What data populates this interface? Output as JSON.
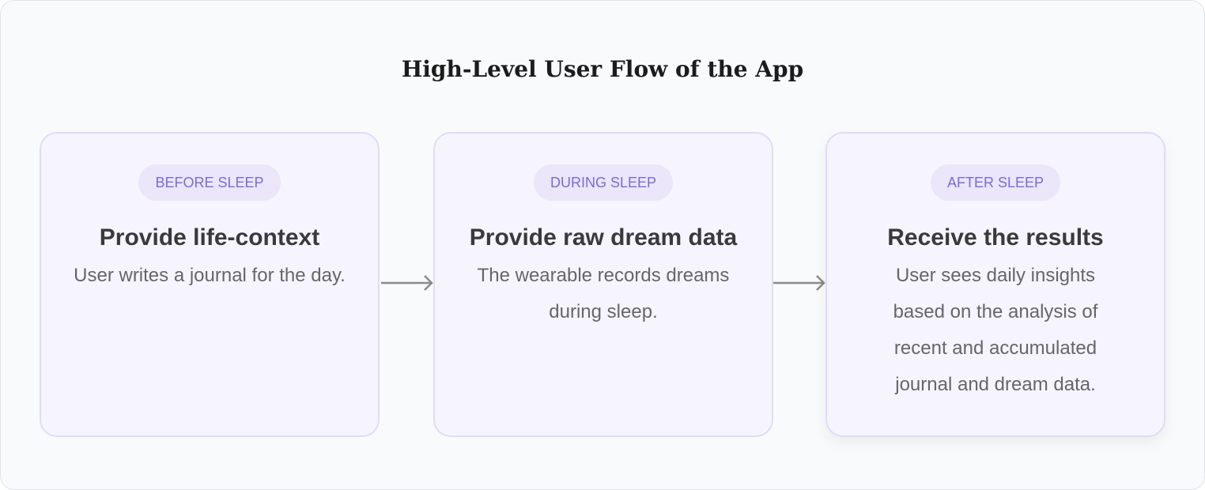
{
  "title": "High-Level User Flow of the App",
  "steps": [
    {
      "badge": "BEFORE SLEEP",
      "heading": "Provide life-context",
      "body": "User writes a journal for the day."
    },
    {
      "badge": "DURING SLEEP",
      "heading": "Provide raw dream data",
      "body": "The wearable records dreams during sleep."
    },
    {
      "badge": "AFTER SLEEP",
      "heading": "Receive the results",
      "body": "User sees daily insights based on the analysis of recent and accumulated journal and dream data."
    }
  ],
  "colors": {
    "accent": "#7c6cd4",
    "card_bg": "#f6f4fe",
    "card_border": "#e0dcf6",
    "arrow": "#8a8a8a"
  }
}
